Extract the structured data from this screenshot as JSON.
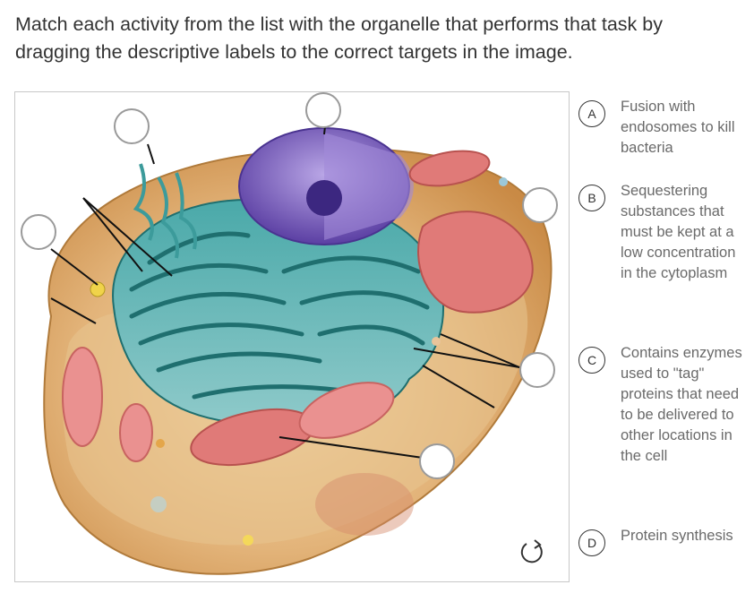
{
  "question": {
    "text": "Match each activity from the list with the organelle that performs that task by dragging the descriptive labels to the correct targets in the image."
  },
  "figure": {
    "description_icon": "cell-diagram",
    "reset_icon": "reset-icon"
  },
  "options": [
    {
      "letter": "A",
      "text": "Fusion with endosomes to kill bacteria"
    },
    {
      "letter": "B",
      "text": "Sequestering substances that must be kept at a low concentration in the cytoplasm"
    },
    {
      "letter": "C",
      "text": "Contains enzymes used to \"tag\" proteins that need to be delivered to other locations in the cell"
    },
    {
      "letter": "D",
      "text": "Protein synthesis"
    }
  ],
  "colors": {
    "cell_body": "#d9a35f",
    "er": "#2f8c8c",
    "nucleus": "#6b4fb0",
    "mitochondria": "#e07a78",
    "target_border": "#9a9a9a"
  }
}
